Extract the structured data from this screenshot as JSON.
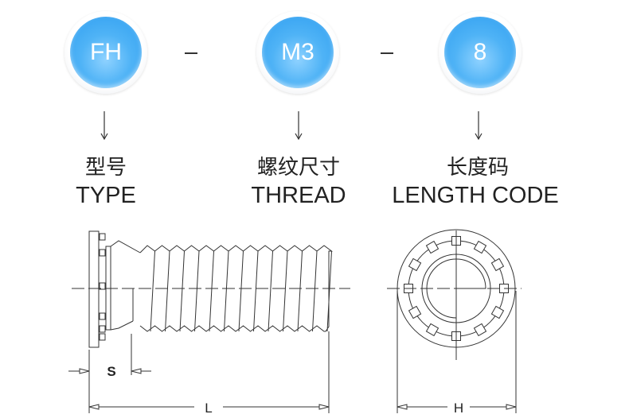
{
  "codes": [
    {
      "code": "FH",
      "cn": "型号",
      "en": "TYPE"
    },
    {
      "code": "M3",
      "cn": "螺纹尺寸",
      "en": "THREAD"
    },
    {
      "code": "8",
      "cn": "长度码",
      "en": "LENGTH CODE"
    }
  ],
  "dimensions": {
    "s": "S",
    "l": "L",
    "h": "H"
  },
  "colors": {
    "badge": "#3fa9f5",
    "line": "#333333"
  }
}
